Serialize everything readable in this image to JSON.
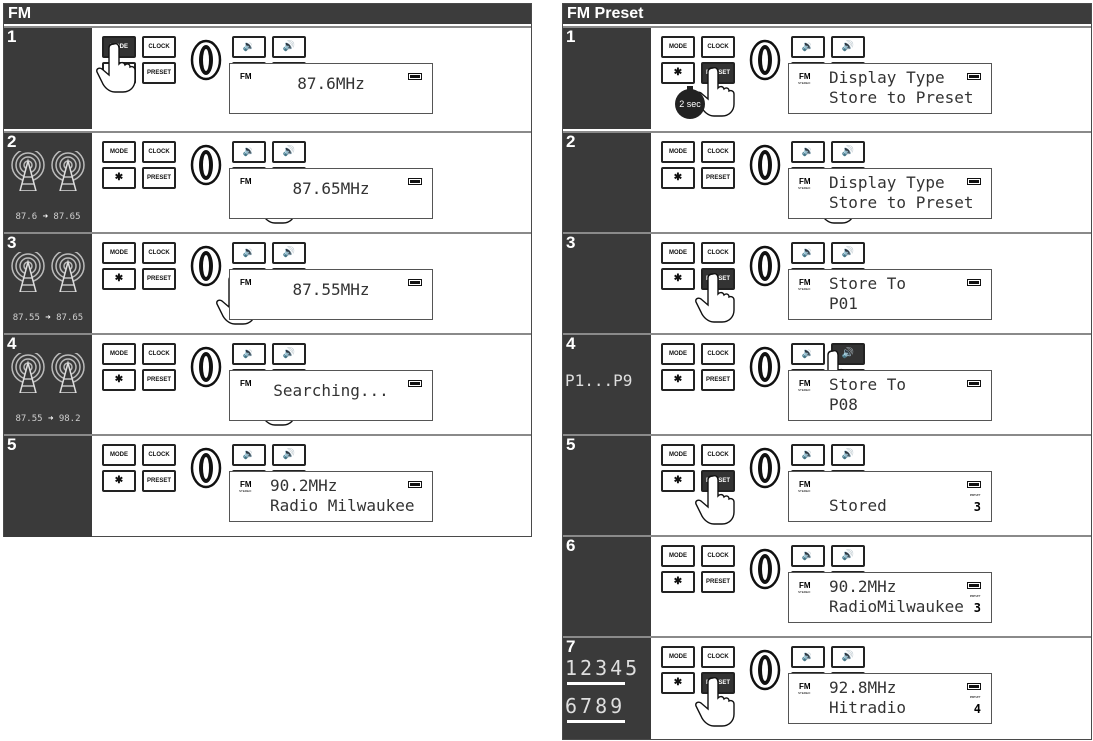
{
  "left": {
    "title": "FM",
    "steps": [
      {
        "num": "1",
        "lcd": {
          "line1": "87.6MHz",
          "fm": "FM"
        }
      },
      {
        "num": "2",
        "side": {
          "from": "87.6",
          "to": "87.65"
        },
        "lcd": {
          "line1": "87.65MHz",
          "fm": "FM"
        }
      },
      {
        "num": "3",
        "side": {
          "from": "87.55",
          "to": "87.65"
        },
        "lcd": {
          "line1": "87.55MHz",
          "fm": "FM"
        }
      },
      {
        "num": "4",
        "side": {
          "from": "87.55",
          "to": "98.2"
        },
        "lcd": {
          "line1": "Searching...",
          "fm": "FM"
        }
      },
      {
        "num": "5",
        "lcd": {
          "line1": "90.2MHz",
          "line2": "Radio Milwaukee",
          "fm": "FM",
          "stereo": "STEREO"
        }
      }
    ]
  },
  "right": {
    "title": "FM Preset",
    "steps": [
      {
        "num": "1",
        "timer": "2 sec",
        "lcd": {
          "line1": "Display Type",
          "line2": "Store to Preset",
          "fm": "FM",
          "stereo": "STEREO"
        }
      },
      {
        "num": "2",
        "lcd": {
          "line1": "Display Type",
          "line2": "Store to Preset",
          "fm": "FM",
          "stereo": "STEREO"
        }
      },
      {
        "num": "3",
        "lcd": {
          "line1": "Store To",
          "line2": "P01",
          "fm": "FM",
          "stereo": "STEREO"
        }
      },
      {
        "num": "4",
        "side": {
          "range": "P1...P9"
        },
        "lcd": {
          "line1": "Store To",
          "line2": "P08",
          "fm": "FM",
          "stereo": "STEREO"
        }
      },
      {
        "num": "5",
        "lcd": {
          "line2": "Stored",
          "fm": "FM",
          "stereo": "STEREO",
          "preset": "3"
        }
      },
      {
        "num": "6",
        "lcd": {
          "line1": "90.2MHz",
          "line2": "RadioMilwaukee",
          "fm": "FM",
          "stereo": "STEREO",
          "preset": "3"
        }
      },
      {
        "num": "7",
        "side": {
          "row1": "12345",
          "row2": "6789"
        },
        "lcd": {
          "line1": "92.8MHz",
          "line2": "Hitradio",
          "fm": "FM",
          "stereo": "STEREO",
          "preset": "4"
        }
      }
    ]
  },
  "buttons": {
    "mode": "MODE",
    "clock": "CLOCK",
    "preset": "PRESET",
    "bt": "✱"
  }
}
